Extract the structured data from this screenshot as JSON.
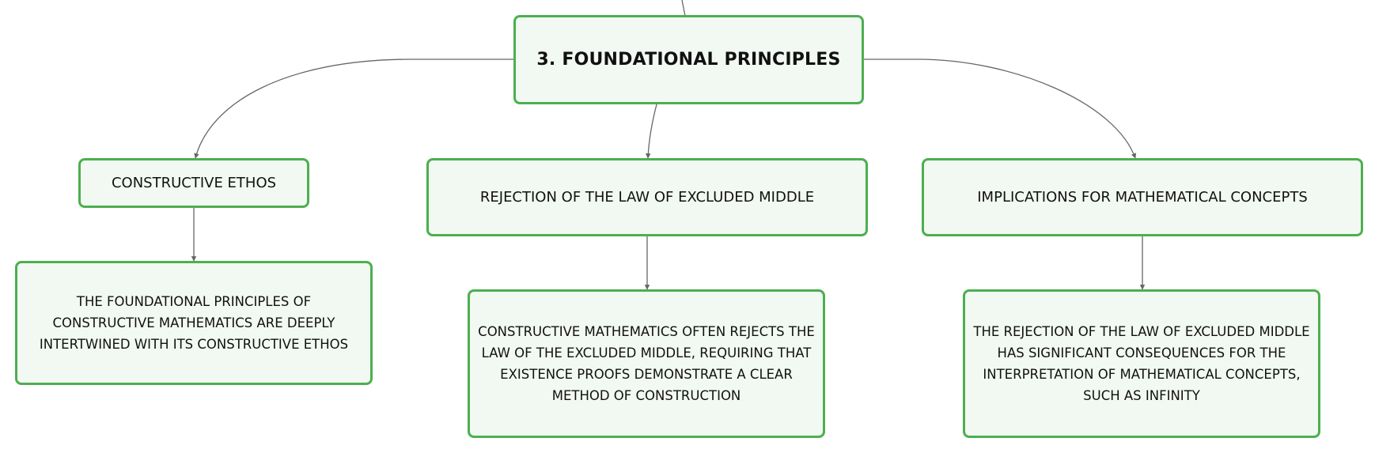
{
  "colors": {
    "node_border": "#4caf50",
    "node_fill": "#f2f9f2",
    "connector": "#666666",
    "text": "#111111"
  },
  "root": {
    "label": "3. FOUNDATIONAL PRINCIPLES"
  },
  "branches": [
    {
      "label": "CONSTRUCTIVE ETHOS",
      "detail": "THE FOUNDATIONAL PRINCIPLES OF CONSTRUCTIVE MATHEMATICS ARE DEEPLY INTERTWINED WITH ITS CONSTRUCTIVE ETHOS"
    },
    {
      "label": "REJECTION OF THE LAW OF EXCLUDED MIDDLE",
      "detail": "CONSTRUCTIVE MATHEMATICS OFTEN REJECTS THE LAW OF THE EXCLUDED MIDDLE, REQUIRING THAT EXISTENCE PROOFS DEMONSTRATE A CLEAR METHOD OF CONSTRUCTION"
    },
    {
      "label": "IMPLICATIONS FOR MATHEMATICAL CONCEPTS",
      "detail": "THE REJECTION OF THE LAW OF EXCLUDED MIDDLE HAS SIGNIFICANT CONSEQUENCES FOR THE INTERPRETATION OF MATHEMATICAL CONCEPTS, SUCH AS INFINITY"
    }
  ]
}
